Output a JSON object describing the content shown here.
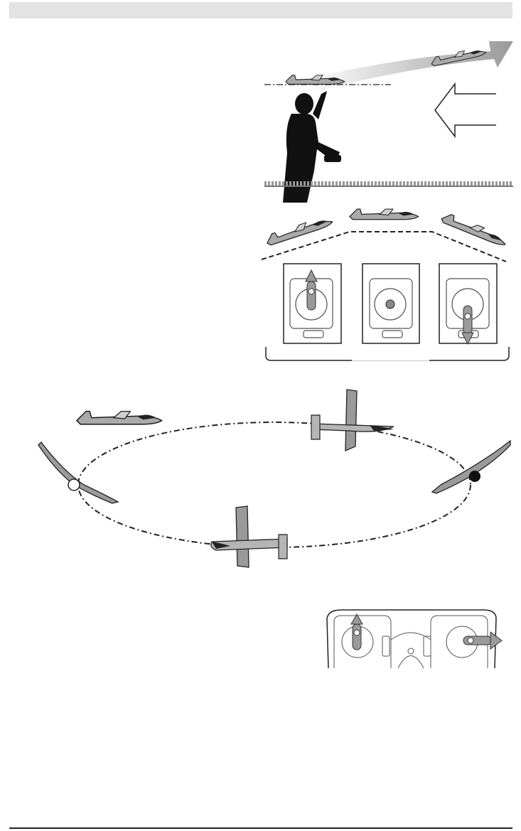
{
  "page": {
    "header": "",
    "footer": ""
  },
  "illustrations": {
    "hand_launch": {
      "description_icon": "hand-launch-illustration"
    },
    "elevator_positions": {
      "description_icon": "elevator-stick-illustration"
    },
    "flight_circle": {
      "description_icon": "circle-flight-illustration"
    },
    "transmitter_turn": {
      "description_icon": "transmitter-turn-illustration"
    }
  },
  "colors": {
    "gray_fill": "#9a9a9a",
    "dark_gray": "#555555",
    "silhouette": "#111111",
    "header_bar": "#e3e3e3"
  }
}
